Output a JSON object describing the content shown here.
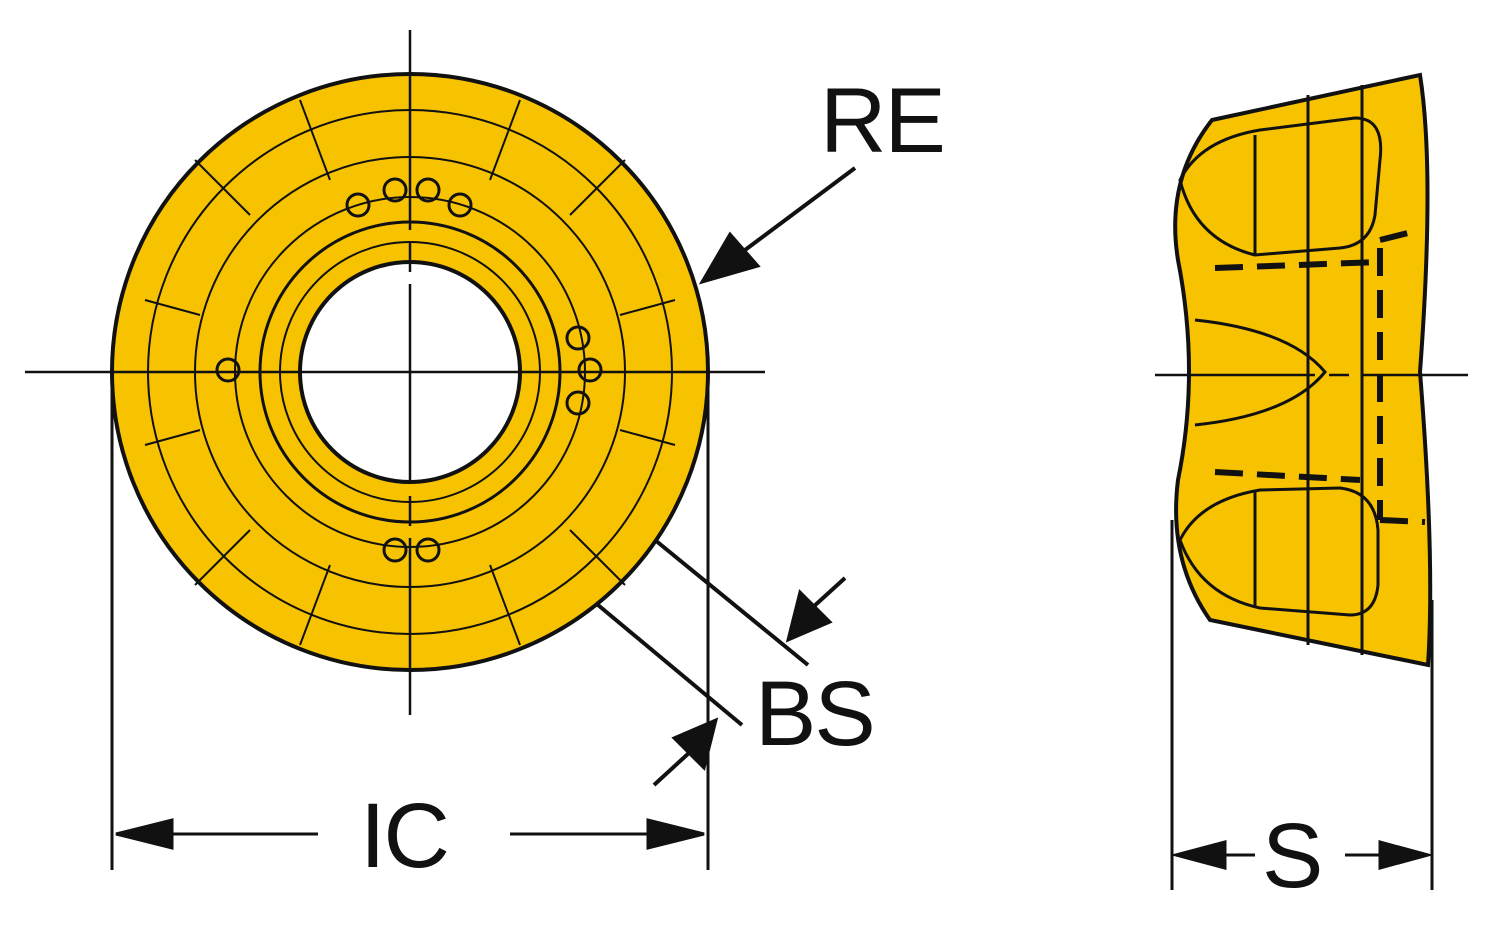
{
  "colors": {
    "insert": "#F7C200",
    "line": "#111111"
  },
  "labels": {
    "re": "RE",
    "bs": "BS",
    "ic": "IC",
    "s": "S"
  }
}
